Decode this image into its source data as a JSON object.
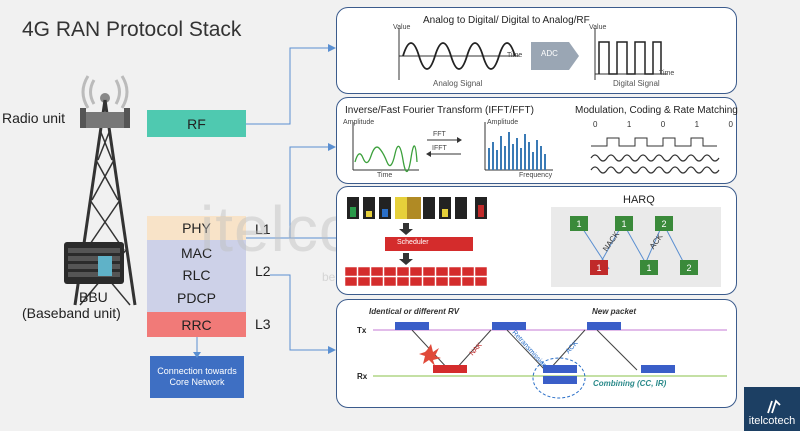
{
  "title": "4G RAN Protocol Stack",
  "radio_unit_label": "Radio unit",
  "bbu_label": "BBU",
  "bbu_sub": "(Baseband unit)",
  "rf_label": "RF",
  "layers": {
    "phy": "PHY",
    "mac": "MAC",
    "rlc": "RLC",
    "pdcp": "PDCP",
    "rrc": "RRC"
  },
  "levels": {
    "l1": "L1",
    "l2": "L2",
    "l3": "L3"
  },
  "core_box": "Connection towards Core Network",
  "adc_panel": {
    "title": "Analog to Digital/ Digital to Analog/RF",
    "analog": "Analog Signal",
    "digital": "Digital Signal",
    "adc": "ADC",
    "value": "Value",
    "time": "Time"
  },
  "fft_panel": {
    "title": "Inverse/Fast Fourier Transform (IFFT/FFT)",
    "amplitude": "Amplitude",
    "time": "Time",
    "frequency": "Frequency",
    "fft": "FFT",
    "ifft": "IFFT"
  },
  "mod_panel": {
    "title": "Modulation, Coding & Rate Matching",
    "bits": [
      "0",
      "1",
      "0",
      "1",
      "0"
    ]
  },
  "mac_panel": {
    "scheduler": "Scheduler",
    "harq_title": "HARQ",
    "nack": "NACK",
    "ack": "ACK",
    "nodes": [
      "1",
      "1",
      "2",
      "1",
      "1",
      "2"
    ]
  },
  "harq_panel": {
    "heading": "Identical or different RV",
    "new_packet": "New packet",
    "tx": "Tx",
    "rx": "Rx",
    "nak": "NAK",
    "retrans": "Retransmission",
    "ack": "ACK",
    "combining": "Combining (CC, IR)"
  },
  "watermark": "itelcotech",
  "watermark_sub": "be future",
  "logo_text": "itelcotech",
  "colors": {
    "rf": "#4fc9b0",
    "phy": "#f8e3c8",
    "mac_stack": "#cdd1e8",
    "rrc": "#f17a78",
    "core": "#3e6fc3",
    "panel_border": "#3b5b8c",
    "logo": "#1c3f63"
  }
}
